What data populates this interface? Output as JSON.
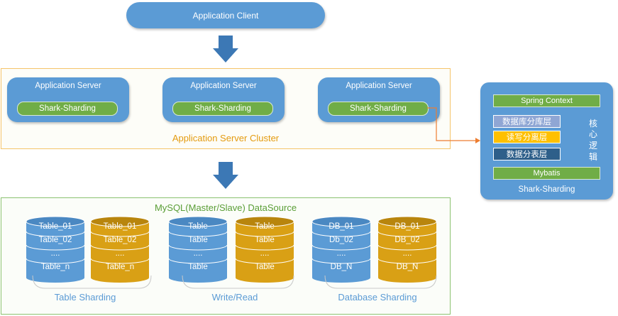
{
  "client": {
    "label": "Application Client"
  },
  "cluster": {
    "label": "Application Server Cluster",
    "servers": [
      {
        "title": "Application Server",
        "module": "Shark-Sharding"
      },
      {
        "title": "Application Server",
        "module": "Shark-Sharding"
      },
      {
        "title": "Application Server",
        "module": "Shark-Sharding"
      }
    ]
  },
  "datasource": {
    "label": "MySQL(Master/Slave) DataSource",
    "groups": [
      {
        "label": "Table Sharding",
        "cylinders": [
          {
            "color": "blue",
            "rows": [
              "Table_01",
              "Table_02",
              "....",
              "Table_n"
            ]
          },
          {
            "color": "gold",
            "rows": [
              "Table_01",
              "Table_02",
              "....",
              "Table_n"
            ]
          }
        ]
      },
      {
        "label": "Write/Read",
        "cylinders": [
          {
            "color": "blue",
            "rows": [
              "Table",
              "Table",
              "....",
              "Table"
            ]
          },
          {
            "color": "gold",
            "rows": [
              "Table",
              "Table",
              "....",
              "Table"
            ]
          }
        ]
      },
      {
        "label": "Database Sharding",
        "cylinders": [
          {
            "color": "blue",
            "rows": [
              "DB_01",
              "Db_02",
              "....",
              "DB_N"
            ]
          },
          {
            "color": "gold",
            "rows": [
              "DB_01",
              "DB_02",
              "....",
              "DB_N"
            ]
          }
        ]
      }
    ]
  },
  "core": {
    "top": "Spring Context",
    "layers": [
      "数据库分库层",
      "读写分离层",
      "数据分表层"
    ],
    "side": [
      "核",
      "心",
      "逻",
      "辑"
    ],
    "bottom": "Mybatis",
    "footer": "Shark-Sharding"
  },
  "colors": {
    "blue": "#5b9bd5",
    "gold": "#d9a015",
    "green": "#70ad47",
    "orange": "#ed7d31",
    "arrow": "#3c78b5"
  }
}
